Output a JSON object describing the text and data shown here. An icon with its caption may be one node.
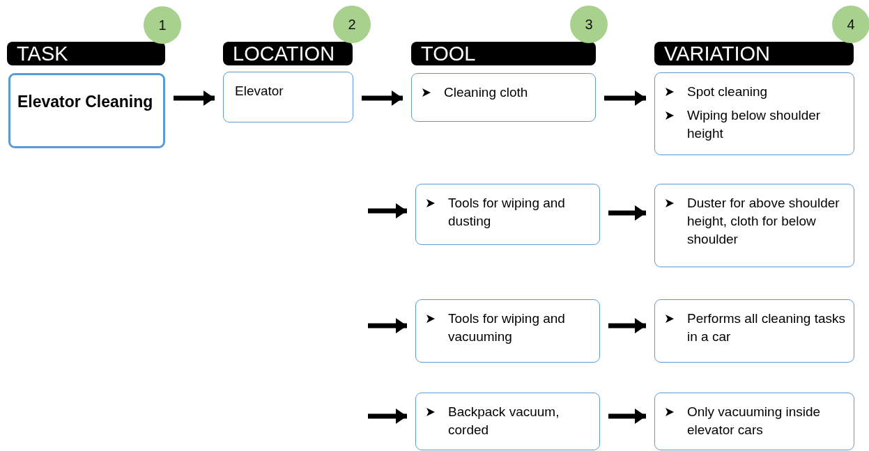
{
  "diagram": {
    "nodes": [
      {
        "text": [
          "TASK"
        ]
      },
      {
        "text": [
          "1"
        ]
      },
      {
        "text": [
          "LOCATION"
        ]
      },
      {
        "text": [
          "2"
        ]
      },
      {
        "text": [
          "TOOL"
        ]
      },
      {
        "text": [
          "3"
        ]
      },
      {
        "text": [
          "VARIATION"
        ]
      },
      {
        "text": [
          "4"
        ]
      },
      {
        "text": [
          "Elevator Cleaning"
        ]
      },
      {
        "text": [
          "Elevator"
        ]
      },
      {
        "text": [
          "Cleaning cloth"
        ]
      },
      {
        "text": [
          "Spot cleaning",
          "Wiping below shoulder height"
        ]
      },
      {
        "text": [
          "Tools for wiping and dusting"
        ]
      },
      {
        "text": [
          "Duster for above shoulder height, cloth for below shoulder"
        ]
      },
      {
        "text": [
          "Tools for wiping and vacuuming"
        ]
      },
      {
        "text": [
          "Performs all cleaning tasks in a car"
        ]
      },
      {
        "text": [
          "Backpack vacuum, corded"
        ]
      },
      {
        "text": [
          "Only vacuuming inside elevator cars"
        ]
      }
    ],
    "edges": [
      {
        "from": 8,
        "to": 9,
        "arrow": "to"
      },
      {
        "from": 9,
        "to": 10,
        "arrow": "to"
      },
      {
        "from": 10,
        "to": 11,
        "arrow": "to"
      },
      {
        "from": null,
        "to": 12,
        "arrow": "to"
      },
      {
        "from": 12,
        "to": 13,
        "arrow": "to"
      },
      {
        "from": null,
        "to": 14,
        "arrow": "to"
      },
      {
        "from": 14,
        "to": 15,
        "arrow": "to"
      },
      {
        "from": null,
        "to": 16,
        "arrow": "to"
      },
      {
        "from": 16,
        "to": 17,
        "arrow": "to"
      }
    ]
  }
}
